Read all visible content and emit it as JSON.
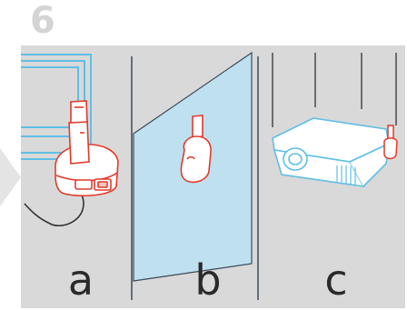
{
  "step": {
    "number": "6"
  },
  "panels": [
    {
      "label": "a"
    },
    {
      "label": "b"
    },
    {
      "label": "c"
    }
  ],
  "colors": {
    "background_gray": "#d9d9d9",
    "step_number_gray": "#d4d4d4",
    "accent_red": "#e13a2b",
    "screen_blue": "#bfe0ef",
    "line_blue": "#5fbfe5",
    "divider": "#3d4a5a",
    "label_text": "#2a2a2a"
  }
}
